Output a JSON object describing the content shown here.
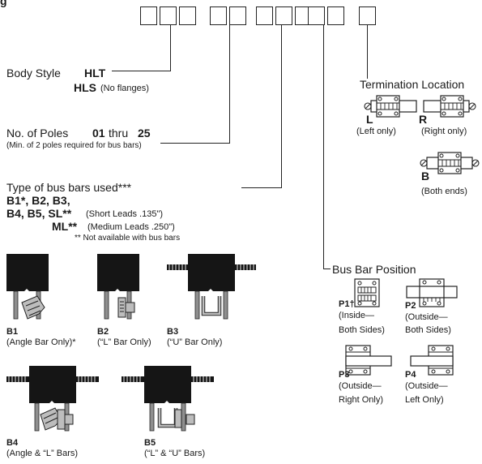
{
  "header": {
    "title_partial": "g"
  },
  "code_boxes": {
    "groups": [
      3,
      2,
      3,
      2,
      1
    ]
  },
  "body_style": {
    "label": "Body Style",
    "hlt": "HLT",
    "hls": "HLS",
    "hls_note": "(No flanges)"
  },
  "poles": {
    "label": "No. of Poles",
    "range_from": "01",
    "thru": "thru",
    "range_to": "25",
    "note": "(Min. of 2 poles required for bus bars)"
  },
  "bus_bar_type": {
    "label": "Type of bus bars used***",
    "line1": "B1*, B2, B3,",
    "line2": "B4, B5, SL**",
    "sl_note": "(Short Leads .135\")",
    "ml": "ML**",
    "ml_note": "(Medium Leads .250\")",
    "footnote": "** Not available with bus bars"
  },
  "bar_examples": [
    {
      "code": "B1",
      "caption": "(Angle Bar Only)*"
    },
    {
      "code": "B2",
      "caption": "(“L” Bar Only)"
    },
    {
      "code": "B3",
      "caption": "(“U” Bar Only)"
    },
    {
      "code": "B4",
      "caption": "(Angle & “L” Bars)"
    },
    {
      "code": "B5",
      "caption": "(“L” & “U” Bars)"
    }
  ],
  "termination": {
    "label": "Termination Location",
    "options": [
      {
        "code": "L",
        "caption": "(Left only)"
      },
      {
        "code": "R",
        "caption": "(Right only)"
      },
      {
        "code": "B",
        "caption": "(Both ends)"
      }
    ]
  },
  "bus_bar_position": {
    "label": "Bus Bar Position",
    "options": [
      {
        "code": "P1†",
        "line1": "(Inside—",
        "line2": "Both Sides)"
      },
      {
        "code": "P2",
        "line1": "(Outside—",
        "line2": "Both Sides)"
      },
      {
        "code": "P3",
        "line1": "(Outside—",
        "line2": "Right Only)"
      },
      {
        "code": "P4",
        "line1": "(Outside—",
        "line2": "Left Only)"
      }
    ]
  },
  "colors": {
    "ink": "#1a1a1a",
    "body": "#151515",
    "lead": "#8f8f8f",
    "bar": "#bdbdbd"
  }
}
